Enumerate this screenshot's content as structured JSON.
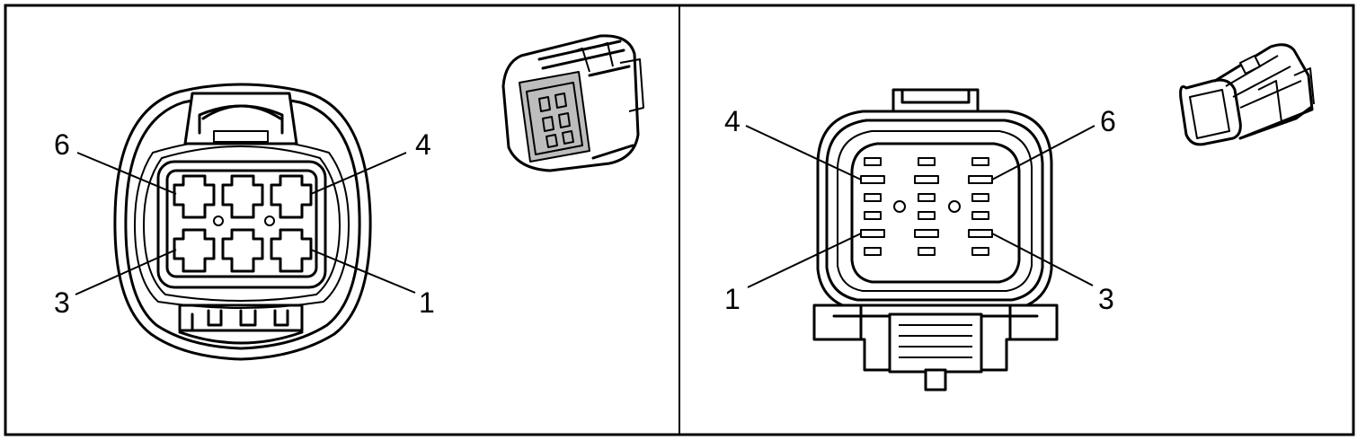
{
  "panels": [
    {
      "id": "female-connector",
      "labels": {
        "top_left": "6",
        "top_right": "4",
        "bottom_left": "3",
        "bottom_right": "1"
      }
    },
    {
      "id": "male-connector",
      "labels": {
        "top_left": "4",
        "top_right": "6",
        "bottom_left": "1",
        "bottom_right": "3"
      }
    }
  ],
  "colors": {
    "line": "#000000",
    "background": "#ffffff",
    "shade": "#bdbdbd"
  }
}
